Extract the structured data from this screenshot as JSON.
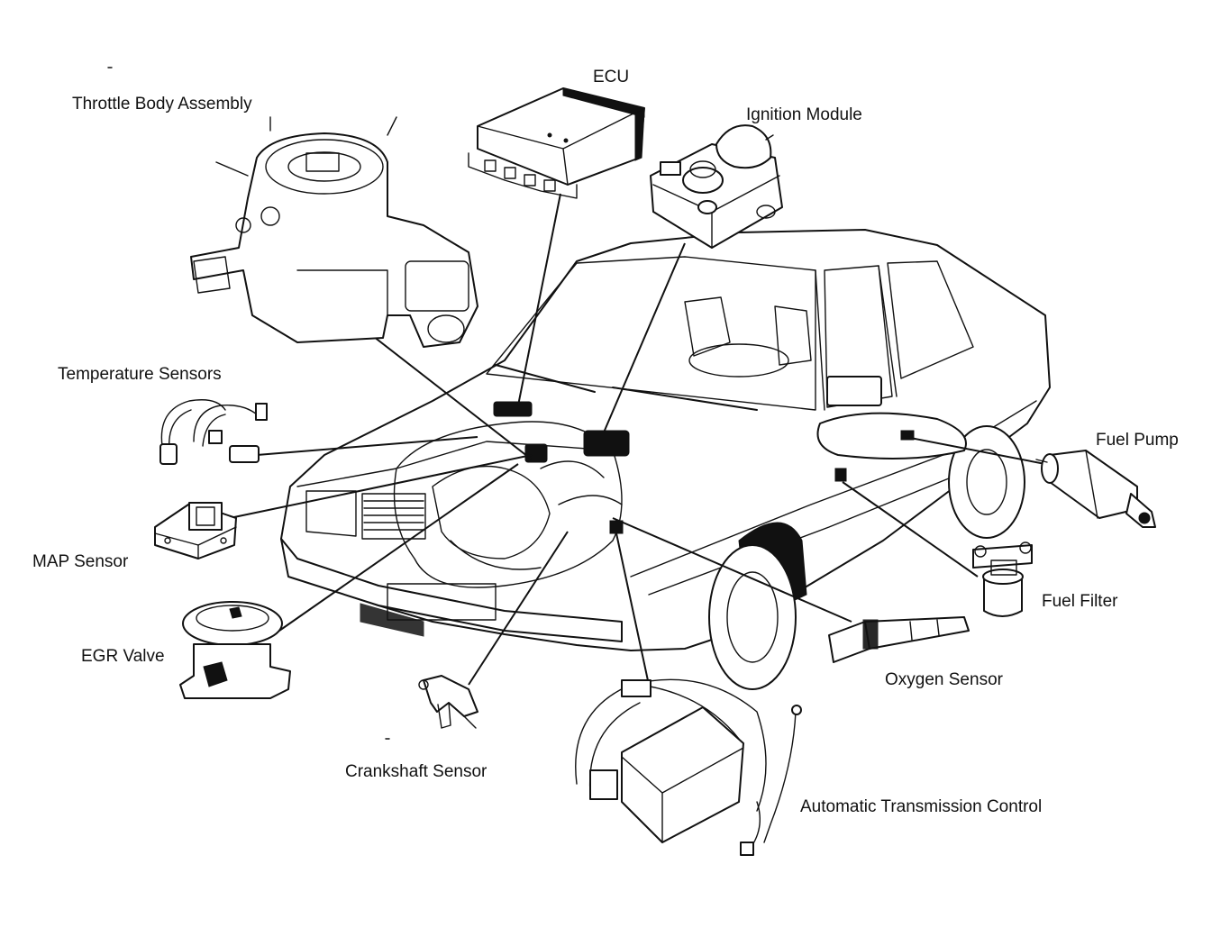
{
  "labels": {
    "throttle_body": "Throttle Body Assembly",
    "ecu": "ECU",
    "ignition_module": "Ignition Module",
    "temperature_sensors": "Temperature Sensors",
    "map_sensor": "MAP Sensor",
    "egr_valve": "EGR Valve",
    "crankshaft_sensor": "Crankshaft Sensor",
    "automatic_transmission_control": "Automatic Transmission Control",
    "oxygen_sensor": "Oxygen Sensor",
    "fuel_filter": "Fuel Filter",
    "fuel_pump": "Fuel Pump"
  },
  "colors": {
    "ink": "#111111",
    "paper": "#ffffff"
  }
}
